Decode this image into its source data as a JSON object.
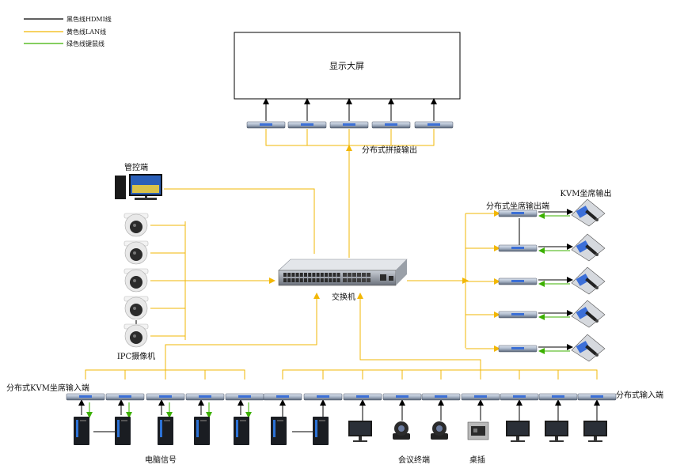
{
  "legend": [
    {
      "label": "黑色线HDMI线",
      "color": "#000000"
    },
    {
      "label": "黄色线LAN线",
      "color": "#f2b705"
    },
    {
      "label": "绿色线键鼠线",
      "color": "#3cb000"
    }
  ],
  "display": {
    "label": "显示大屏"
  },
  "labels": {
    "splice_output": "分布式拼接输出",
    "control": "管控端",
    "switch": "交换机",
    "ipc": "IPC摄像机",
    "seat_output": "分布式坐席输出端",
    "kvm_output": "KVM坐席输出",
    "kvm_input": "分布式KVM坐席输入端",
    "dist_input": "分布式输入端",
    "pc_signal": "电脑信号",
    "conference": "会议终端",
    "desk_socket": "桌插"
  },
  "colors": {
    "hdmi": "#000000",
    "lan": "#f2b705",
    "kvm": "#3cb000"
  },
  "icons": {
    "encoder": "encoder-box-icon",
    "camera": "dome-camera-icon",
    "switch": "network-switch-icon",
    "pc": "pc-tower-icon",
    "monitor": "monitor-icon",
    "ptz": "ptz-camera-icon",
    "kvm": "kvm-console-icon",
    "socket": "desk-socket-icon"
  }
}
